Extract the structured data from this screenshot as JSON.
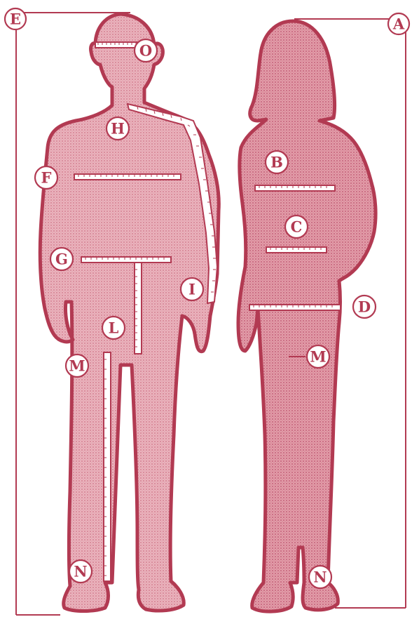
{
  "colors": {
    "outline": "#b23a52",
    "fill": "#e6a7b2",
    "tape": "#b23a52",
    "background": "#ffffff"
  },
  "labels": {
    "A": "A",
    "B": "B",
    "C": "C",
    "D": "D",
    "E": "E",
    "F": "F",
    "G": "G",
    "H": "H",
    "I": "I",
    "L": "L",
    "M": "M",
    "N": "N",
    "O": "O"
  }
}
